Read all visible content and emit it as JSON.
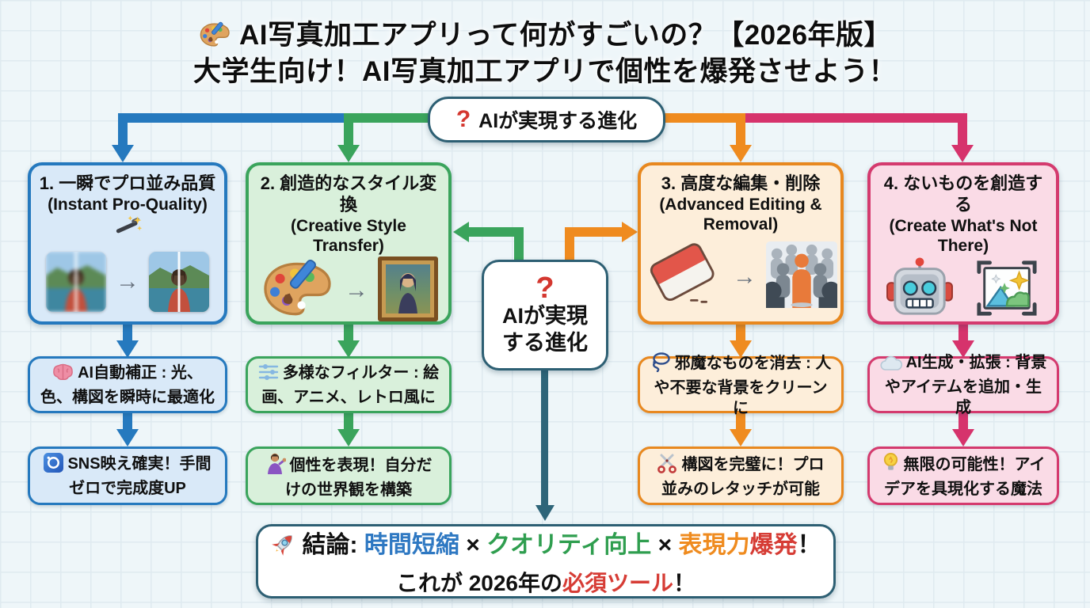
{
  "colors": {
    "background": "#eef6f9",
    "blue": "#2579be",
    "green": "#3aa45c",
    "orange": "#ef8b1f",
    "pink": "#d6336c",
    "teal_border": "#2d5f73",
    "teal_arrow": "#2e6579",
    "red_accent": "#d4372f",
    "conclusion_blue": "#2e78c2",
    "conclusion_green": "#2f9e4f",
    "conclusion_orange": "#ef8b1f",
    "conclusion_red": "#d63c35"
  },
  "title": {
    "icon": "palette-icon",
    "line1": "AI写真加工アプリって何がすごいの？【2026年版】",
    "line2": "大学生向け！AI写真加工アプリで個性を爆発させよう！"
  },
  "top_node": {
    "icon": "question-icon",
    "question": "?",
    "label": "AIが実現する進化"
  },
  "center_node": {
    "icon": "question-icon",
    "question": "?",
    "line1": "AIが実現",
    "line2": "する進化"
  },
  "columns": [
    {
      "header_jp": "1. 一瞬でプロ並み品質",
      "header_en": "(Instant Pro-Quality)",
      "header_icon": "magic-wand-icon",
      "gfx": {
        "before": "blurry-photo",
        "arrow": "→",
        "after": "sharp-photo"
      },
      "sub1": {
        "icon": "brain-icon",
        "text": "AI自動補正 : 光、色、構図を瞬時に最適化"
      },
      "sub2": {
        "icon": "camera-app-icon",
        "text": "SNS映え確実！手間ゼロで完成度UP"
      }
    },
    {
      "header_jp": "2. 創造的なスタイル変換",
      "header_en": "(Creative Style Transfer)",
      "gfx": {
        "before": "palette",
        "arrow": "→",
        "after": "framed-painting"
      },
      "sub1": {
        "icon": "sliders-icon",
        "text": "多様なフィルター : 絵画、アニメ、レトロ風に"
      },
      "sub2": {
        "icon": "person-tipping-hand-icon",
        "text": "個性を表現！自分だけの世界観を構築"
      }
    },
    {
      "header_jp": "3. 高度な編集・削除",
      "header_en": "(Advanced Editing & Removal)",
      "gfx": {
        "before": "eraser",
        "arrow": "→",
        "after": "crowd-with-highlighted-person"
      },
      "sub1": {
        "icon": "lasso-icon",
        "text": "邪魔なものを消去 : 人や不要な背景をクリーンに"
      },
      "sub2": {
        "icon": "scissors-icon",
        "text": "構図を完璧に！プロ並みのレタッチが可能"
      }
    },
    {
      "header_jp": "4. ないものを創造する",
      "header_en": "(Create What's Not There)",
      "gfx": {
        "left": "robot",
        "right": "image-with-sparkles"
      },
      "sub1": {
        "icon": "cloud-icon",
        "text": "AI生成・拡張 : 背景やアイテムを追加・生成"
      },
      "sub2": {
        "icon": "lightbulb-icon",
        "text": "無限の可能性！アイデアを具現化する魔法"
      }
    }
  ],
  "conclusion": {
    "icon": "rocket-icon",
    "label": "結論:",
    "seg_blue": "時間短縮",
    "x1": "×",
    "seg_green": "クオリティ向上",
    "x2": "×",
    "seg_orange": "表現力",
    "seg_red": "爆発",
    "excl1": "！",
    "line2_prefix": "これが 2026年の",
    "line2_red": "必須ツール",
    "line2_excl": "！"
  }
}
